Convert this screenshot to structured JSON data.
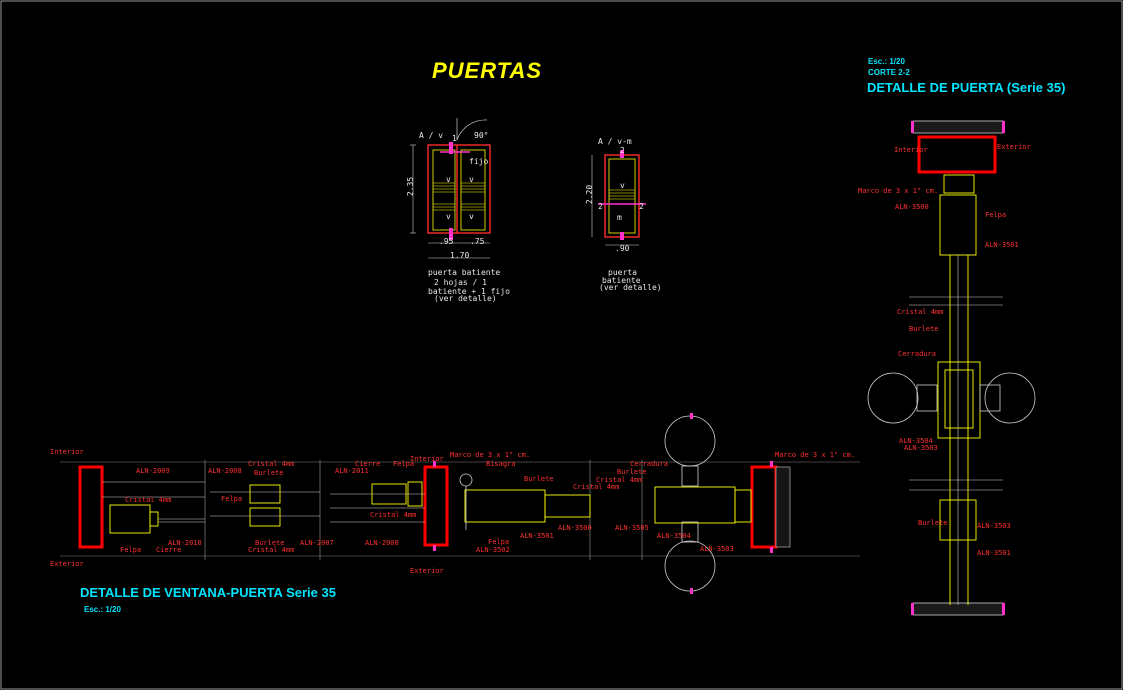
{
  "title": "PUERTAS",
  "door_detail": {
    "scale": "Esc.: 1/20",
    "section": "CORTE 2-2",
    "title": "DETALLE DE PUERTA (Serie 35)"
  },
  "window_detail": {
    "title": "DETALLE DE VENTANA-PUERTA  Serie 35",
    "scale": "Esc.: 1/20"
  },
  "elevation1": {
    "label_top": "A / v",
    "angle": "90°",
    "fijo": "fijo",
    "v1": "v",
    "v2": "v",
    "v3": "v",
    "v4": "v",
    "height": "2.35",
    "w_left": ".95",
    "w_right": ".75",
    "w_total": "1.70",
    "marker": "1",
    "caption_1": "puerta batiente",
    "caption_2": "2 hojas / 1",
    "caption_3": "batiente + 1 fijo",
    "caption_4": "(ver detalle)"
  },
  "elevation2": {
    "label_top": "A / v-m",
    "v": "v",
    "m": "m",
    "height": "2.20",
    "width": ".90",
    "marker": "2",
    "cut_left": "2",
    "cut_right": "2",
    "caption_1": "puerta",
    "caption_2": "batiente",
    "caption_3": "(ver detalle)"
  },
  "window_labels": {
    "interior_left": "Interior",
    "exterior_left": "Exterior",
    "interior_mid": "Interior",
    "exterior_mid": "Exterior",
    "aln2009": "ALN-2009",
    "aln2010": "ALN-2010",
    "cristal_a": "Cristal 4mm",
    "felpa_a": "Felpa",
    "cierre_a": "Cierre",
    "aln2008_a": "ALN-2008",
    "cristal_b": "Cristal 4mm",
    "burlete_b": "Burlete",
    "felpa_b": "Felpa",
    "burlete_c": "Burlete",
    "cristal_c": "Cristal 4mm",
    "aln2007": "ALN-2007",
    "aln2011": "ALN-2011",
    "cierre_d": "Cierre",
    "felpa_d": "Felpa",
    "cristal_d": "Cristal 4mm",
    "aln2008_b": "ALN-2008",
    "marco_a": "Marco de 3 x 1\" cm.",
    "bisagra": "Bisagra",
    "burlete_e": "Burlete",
    "cristal_e": "Cristal 4mm",
    "felpa_e": "Felpa",
    "aln3502": "ALN-3502",
    "aln3501_a": "ALN-3501",
    "aln3500_a": "ALN-3500",
    "cerradura_a": "Cerradura",
    "burlete_f": "Burlete",
    "cristal_f": "Cristal 4mm",
    "aln3505": "ALN-3505",
    "aln3504": "ALN-3504",
    "aln3503_a": "ALN-3503",
    "marco_b": "Marco de 3 x 1\" cm."
  },
  "door_labels": {
    "interior": "Interior",
    "exterior": "Exterior",
    "marco": "Marco de 3 x 1\" cm.",
    "aln3500": "ALN-3500",
    "felpa": "Felpa",
    "aln3501_a": "ALN-3501",
    "cristal": "Cristal 4mm",
    "burlete_a": "Burlete",
    "cerradura": "Cerradura",
    "aln3504": "ALN-3504",
    "aln3503": "ALN-3503",
    "burlete_b": "Burlete",
    "aln3503_b": "ALN-3503",
    "aln3501_b": "ALN-3501"
  },
  "colors": {
    "background": "#000000",
    "title": "#ffff00",
    "heading": "#00e5ff",
    "frame": "#ff0000",
    "section": "#ffff00",
    "label": "#ff3030",
    "magenta": "#ff33cc"
  }
}
